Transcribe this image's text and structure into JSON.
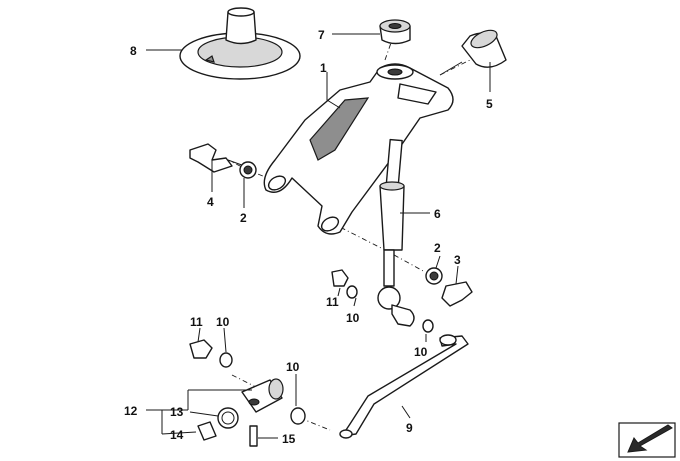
{
  "labels": {
    "l1": "1",
    "l2a": "2",
    "l2b": "2",
    "l3": "3",
    "l4": "4",
    "l5": "5",
    "l6": "6",
    "l7": "7",
    "l8": "8",
    "l9": "9",
    "l10a": "10",
    "l10b": "10",
    "l10c": "10",
    "l10d": "10",
    "l11a": "11",
    "l11b": "11",
    "l12": "12",
    "l13": "13",
    "l14": "14",
    "l15": "15"
  },
  "colors": {
    "line": "#1a1a1a",
    "shade": "#8e8e8e",
    "background": "#ffffff"
  },
  "icons": {
    "corner": "direction-arrow-icon"
  }
}
